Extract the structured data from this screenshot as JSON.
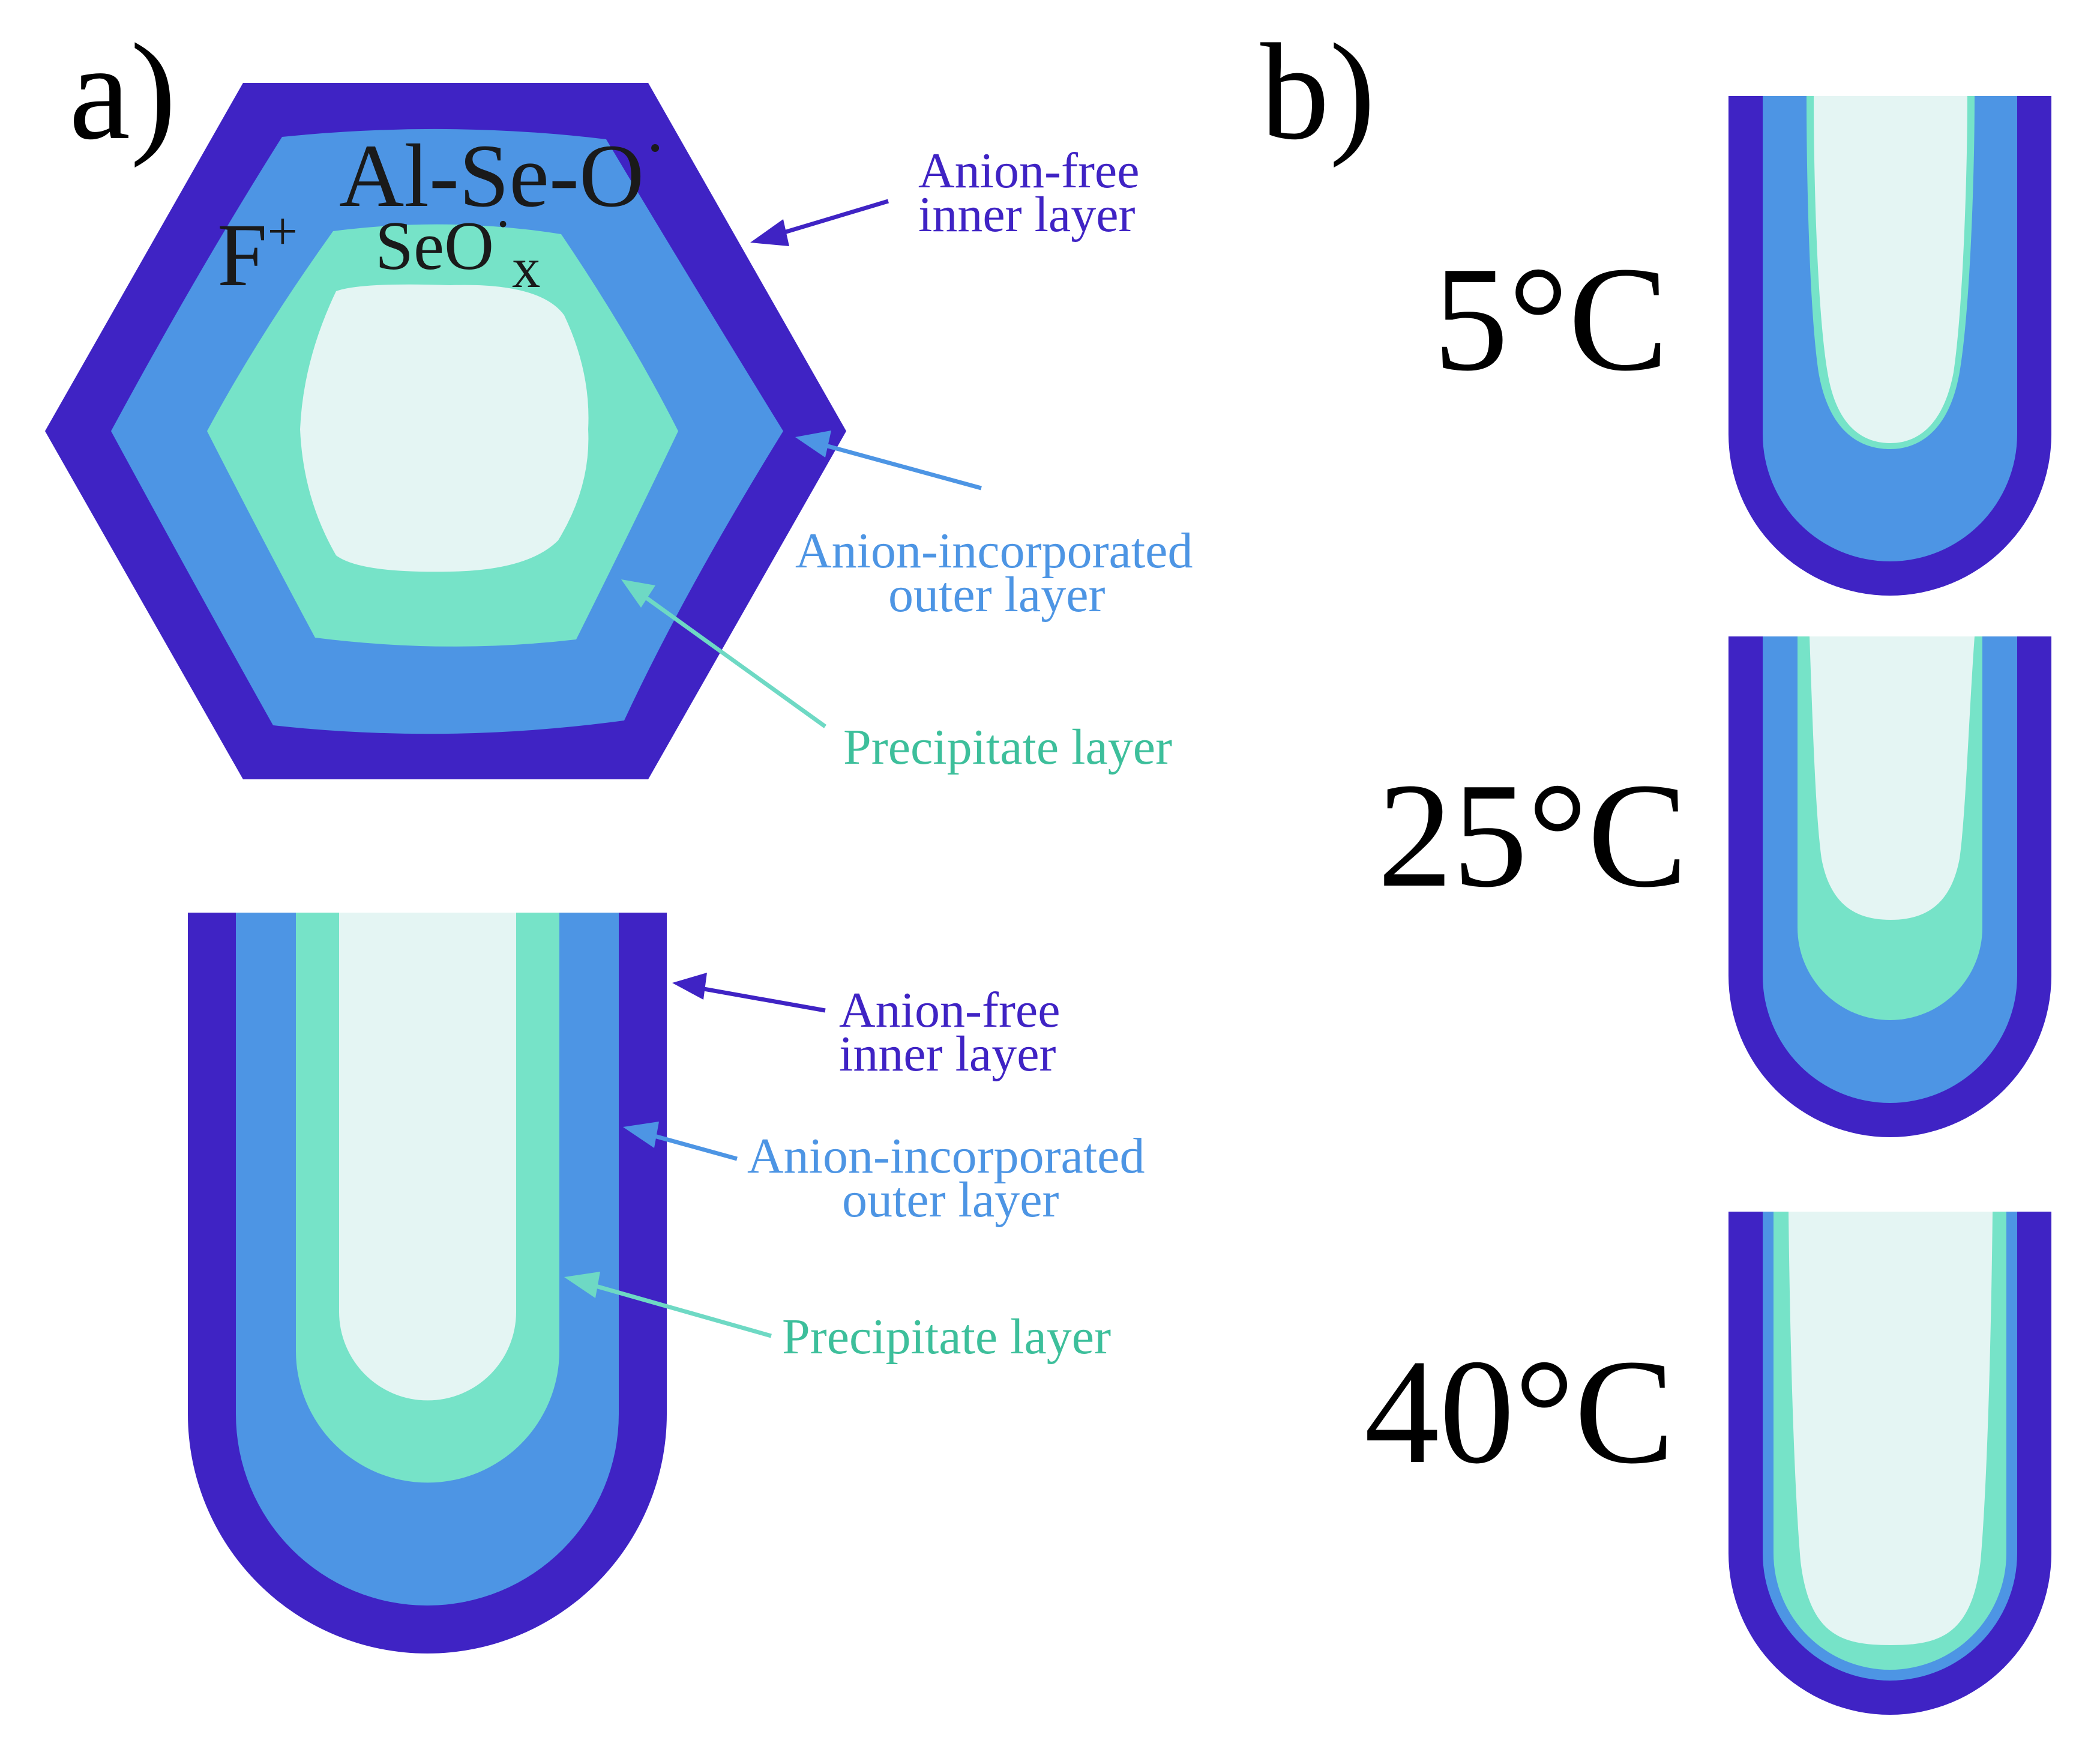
{
  "colors": {
    "inner_layer": "#3f23c4",
    "outer_layer": "#4d95e4",
    "precipitate": "#76e3c8",
    "core": "#e4f5f3",
    "arrow_inner": "#3f23c4",
    "arrow_outer": "#4d95e4",
    "arrow_precip": "#6ed9c4",
    "text_precip": "#3dbf9b"
  },
  "panel_a": {
    "label": "a)",
    "hexagon": {
      "species": {
        "al_se_o": "Al-Se-O",
        "al_se_o_dot": "·",
        "f": "F",
        "f_sup": "+",
        "seo": "SeO",
        "seo_dot": "·",
        "seo_sub": "x"
      },
      "annotations": {
        "inner_line1": "Anion-free",
        "inner_line2": "inner layer",
        "outer_line1": "Anion-incorporated",
        "outer_line2": "outer layer",
        "precip": "Precipitate layer"
      }
    },
    "pore": {
      "annotations": {
        "inner_line1": "Anion-free",
        "inner_line2": "inner layer",
        "outer_line1": "Anion-incorporated",
        "outer_line2": "outer layer",
        "precip": "Precipitate layer"
      }
    }
  },
  "panel_b": {
    "label": "b)",
    "temperatures": [
      "5°C",
      "25°C",
      "40°C"
    ]
  }
}
